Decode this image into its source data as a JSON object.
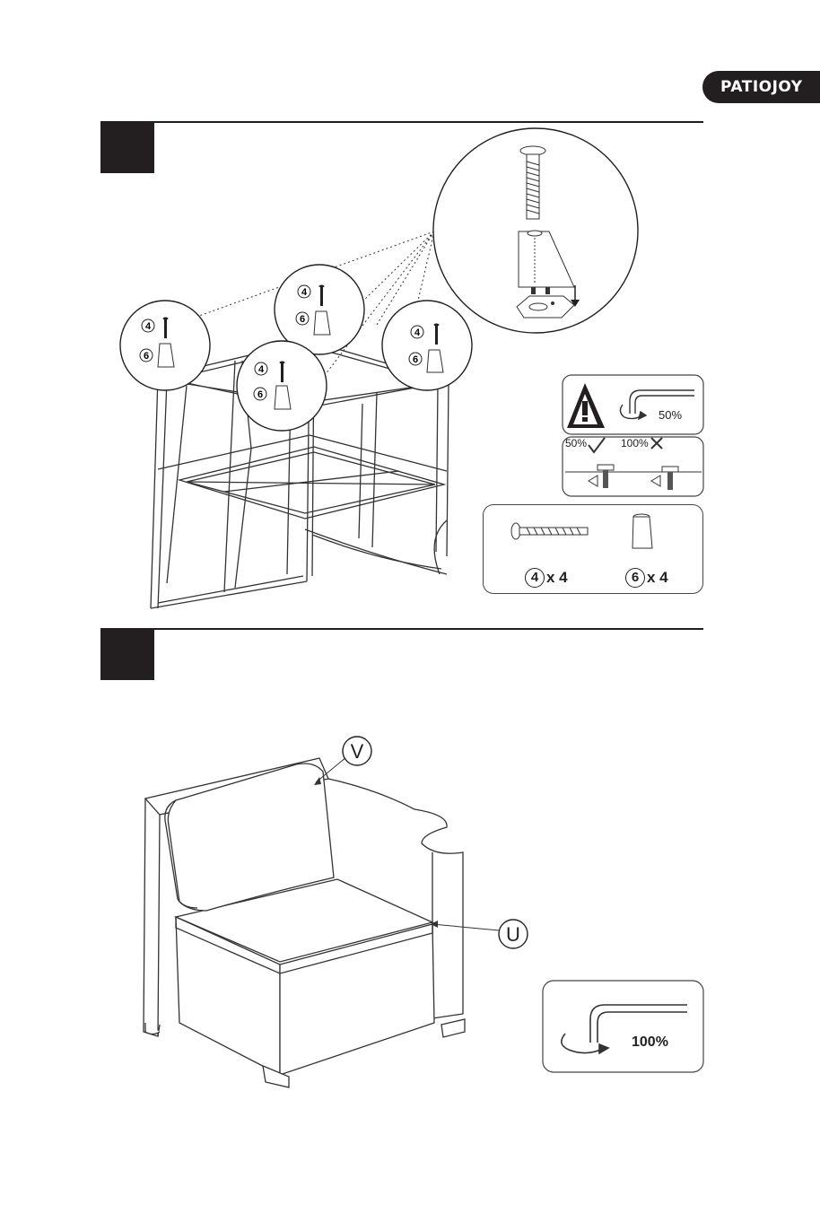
{
  "header": {
    "brand": "PATIOJOY"
  },
  "step1": {
    "callout_labels": {
      "screw_no": "4",
      "leg_no": "6"
    },
    "torque_half": "50%",
    "check_labels": {
      "ok": "50%",
      "bad": "100%"
    },
    "parts": [
      {
        "number": "4",
        "quantity": "x 4",
        "name": "bolt"
      },
      {
        "number": "6",
        "quantity": "x 4",
        "name": "leg"
      }
    ]
  },
  "step2": {
    "labels": {
      "back_cushion": "V",
      "seat_cushion": "U"
    },
    "torque_full": "100%"
  },
  "colors": {
    "ink": "#231f20",
    "line": "#333333",
    "panel_border": "#444444"
  }
}
